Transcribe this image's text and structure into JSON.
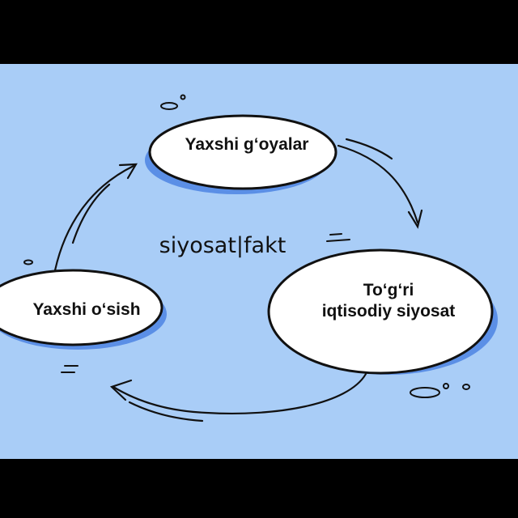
{
  "center_title": "siyosat|fakt",
  "nodes": {
    "top": {
      "label": "Yaxshi g‘oyalar"
    },
    "right": {
      "lines": [
        "To‘g‘ri",
        "iqtisodiy siyosat"
      ]
    },
    "left": {
      "label": "Yaxshi o‘sish"
    }
  },
  "colors": {
    "background": "#a9cdf7",
    "frame": "#000000",
    "ellipse_fill": "#ffffff",
    "ellipse_shadow": "#5b8fe6",
    "stroke": "#111111"
  }
}
